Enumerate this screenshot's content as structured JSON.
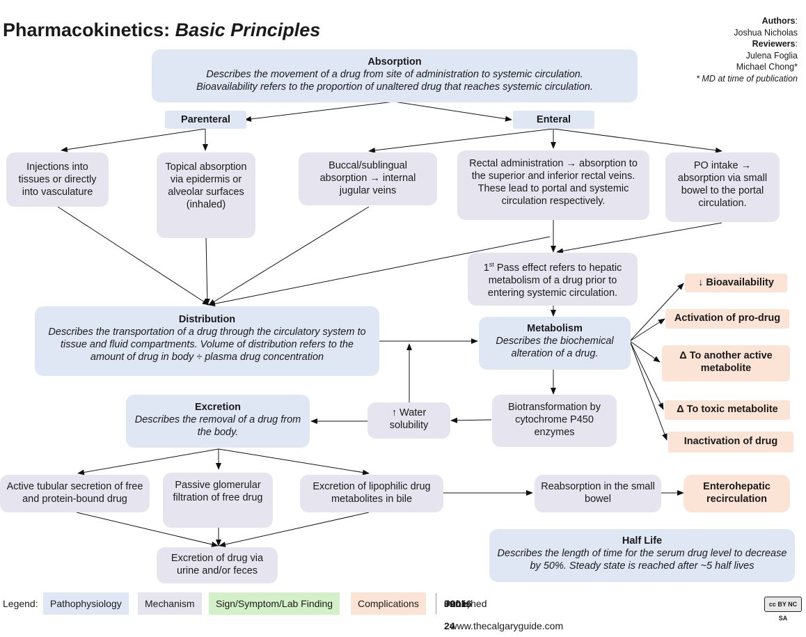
{
  "title": {
    "main": "Pharmacokinetics:",
    "sub": "Basic Principles"
  },
  "credits": {
    "authors_label": "Authors",
    "author": "Joshua Nicholas",
    "reviewers_label": "Reviewers",
    "reviewers": [
      "Julena Foglia",
      "Michael Chong*"
    ],
    "note": "* MD at time of publication"
  },
  "absorption": {
    "title": "Absorption",
    "line1": "Describes the movement of a drug from site of administration to systemic circulation.",
    "line2": "Bioavailability refers to the proportion of unaltered drug that reaches systemic circulation."
  },
  "parenteral": "Parenteral",
  "enteral": "Enteral",
  "injections": "Injections into tissues or directly into vasculature",
  "topical": "Topical absorption via epidermis or alveolar surfaces (inhaled)",
  "buccal": "Buccal/sublingual absorption → internal jugular veins",
  "rectal": "Rectal administration → absorption to the superior and inferior rectal veins. These lead to portal and systemic circulation respectively.",
  "po": "PO intake → absorption via small bowel to the portal circulation.",
  "first_pass": {
    "pre": "1",
    "sup": "st",
    "post": " Pass effect refers to hepatic metabolism of a drug prior to entering systemic circulation."
  },
  "distribution": {
    "title": "Distribution",
    "desc": "Describes the transportation of a drug through the circulatory system to tissue and fluid compartments. Volume of distribution refers to the amount of drug in body ÷ plasma drug concentration"
  },
  "metabolism": {
    "title": "Metabolism",
    "desc": "Describes the biochemical alteration of a drug."
  },
  "outcomes": [
    "↓ Bioavailability",
    "Activation of pro-drug",
    "Δ To another active metabolite",
    "Δ To toxic metabolite",
    "Inactivation of drug"
  ],
  "water": "↑ Water solubility",
  "cyp": "Biotransformation by cytochrome P450 enzymes",
  "excretion": {
    "title": "Excretion",
    "desc": "Describes the removal of a drug from the body."
  },
  "tubular": "Active tubular secretion of free and protein-bound drug",
  "glomerular": "Passive glomerular filtration of free drug",
  "bile": "Excretion of lipophilic drug metabolites in bile",
  "urine": "Excretion of drug via urine and/or feces",
  "reabsorption": "Reabsorption in the small bowel",
  "enterohepatic": "Enterohepatic recirculation",
  "half_life": {
    "title": "Half Life",
    "desc": "Describes the length of time for the serum drug level to decrease by 50%. Steady state is reached after ~5 half lives"
  },
  "legend": {
    "label": "Legend:",
    "items": [
      "Pathophysiology",
      "Mechanism",
      "Sign/Symptom/Lab Finding",
      "Complications"
    ],
    "published_pre": "Published",
    "date_pre": "June, 24",
    "date_sup": "th",
    "date_post": " 2016",
    "published_post": "on www.thecalgaryguide.com",
    "license": "cc BY NC SA"
  },
  "colors": {
    "pathophysiology": "#dfe6f4",
    "mechanism": "#e6e4ee",
    "sign": "#d4f0c8",
    "complications": "#fbe4d6"
  }
}
